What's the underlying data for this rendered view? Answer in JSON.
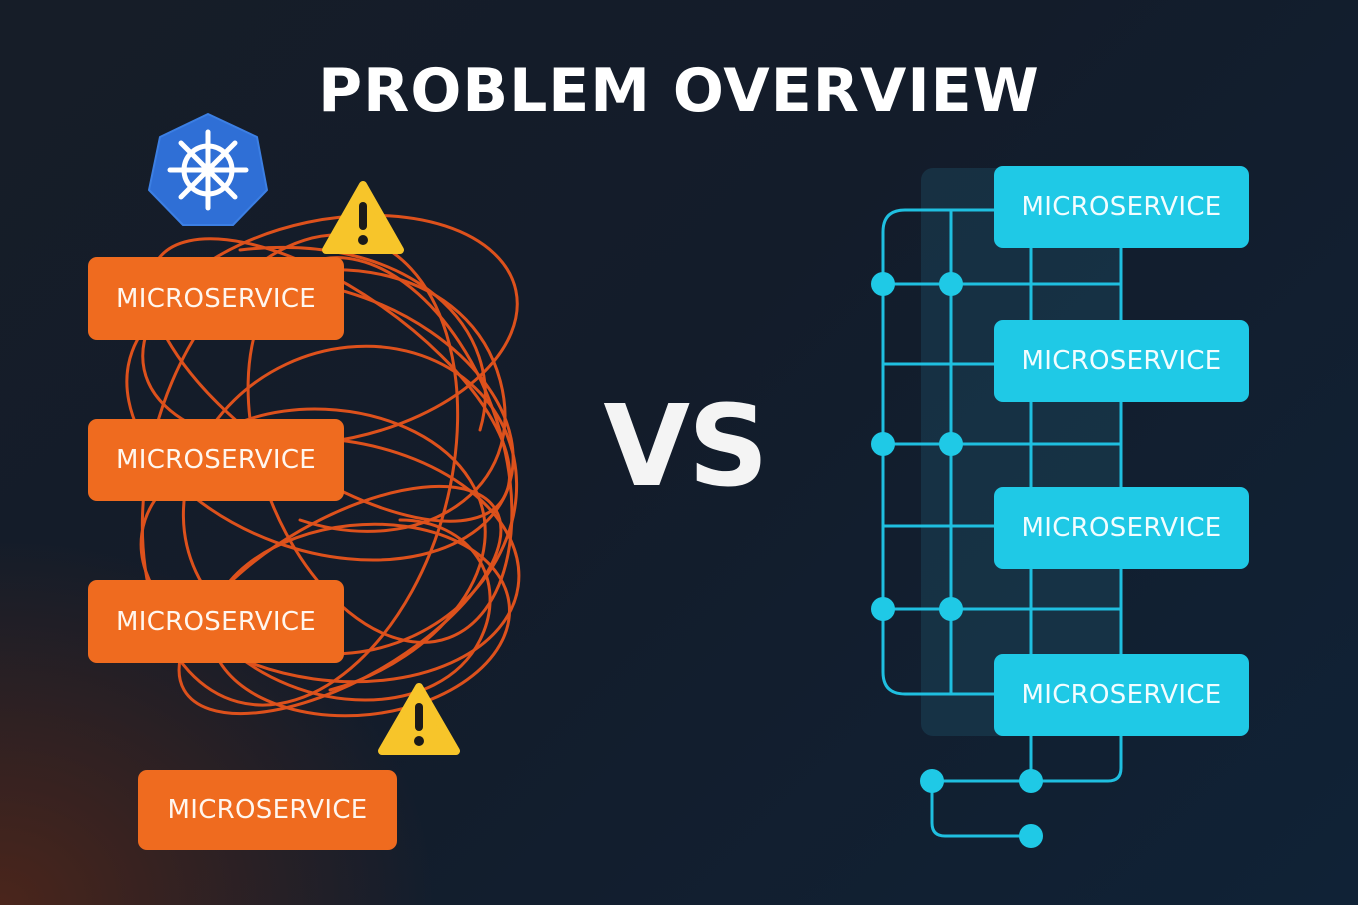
{
  "title": "PROBLEM OVERVIEW",
  "vs_label": "VS",
  "colors": {
    "orange": "#ef6b1f",
    "cyan": "#1fc9e6",
    "warning": "#f7c52a",
    "kubernetes_blue": "#2f6fd6"
  },
  "left_panel": {
    "style": "tangled connections",
    "services": [
      {
        "label": "MICROSERVICE"
      },
      {
        "label": "MICROSERVICE"
      },
      {
        "label": "MICROSERVICE"
      },
      {
        "label": "MICROSERVICE"
      }
    ],
    "icons": [
      "kubernetes-icon",
      "warning-icon",
      "warning-icon"
    ]
  },
  "right_panel": {
    "style": "structured grid",
    "services": [
      {
        "label": "MICROSERVICE"
      },
      {
        "label": "MICROSERVICE"
      },
      {
        "label": "MICROSERVICE"
      },
      {
        "label": "MICROSERVICE"
      }
    ]
  }
}
